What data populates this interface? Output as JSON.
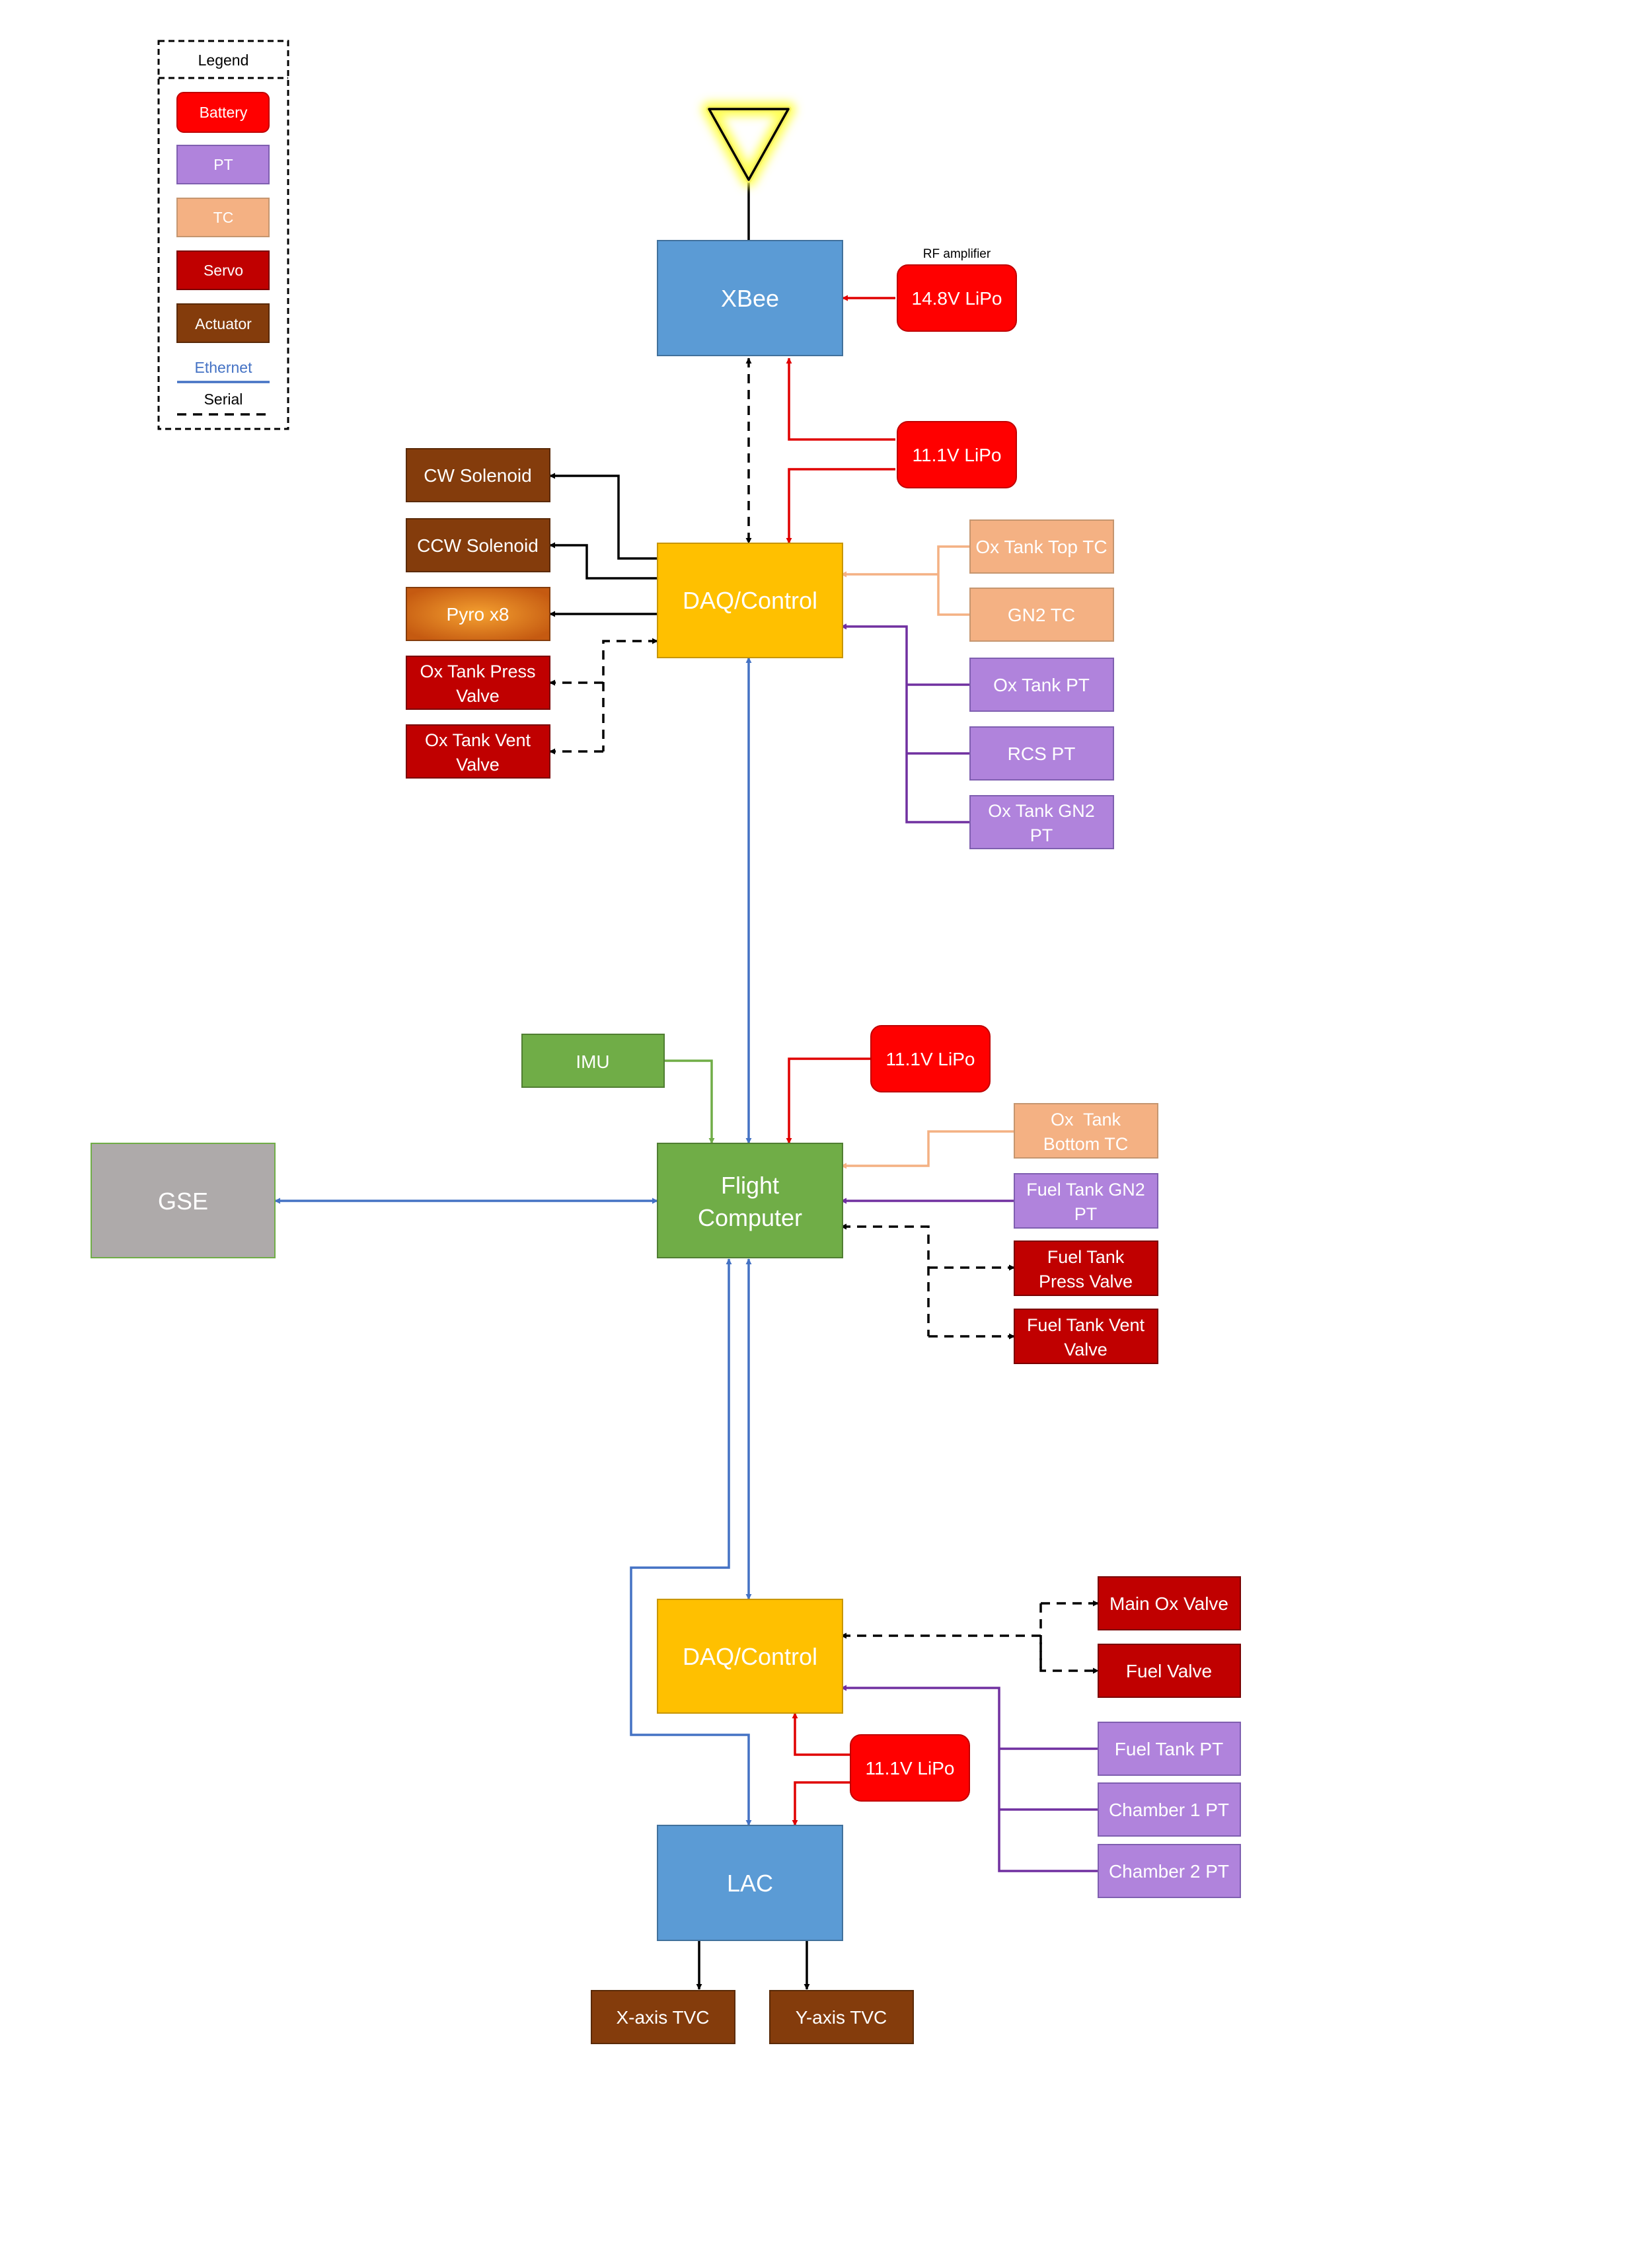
{
  "legend": {
    "title": "Legend",
    "items": [
      {
        "label": "Battery",
        "color": "#ff0000"
      },
      {
        "label": "PT",
        "color": "#b083dc"
      },
      {
        "label": "TC",
        "color": "#f4b183"
      },
      {
        "label": "Servo",
        "color": "#c00000"
      },
      {
        "label": "Actuator",
        "color": "#843c0c"
      }
    ],
    "ethernet_label": "Ethernet",
    "serial_label": "Serial"
  },
  "colors": {
    "battery": "#ff0000",
    "pt": "#b083dc",
    "tc": "#f4b183",
    "servo": "#c00000",
    "actuator": "#843c0c",
    "xbee": "#5b9bd5",
    "daq": "#ffc000",
    "flight": "#70ad47",
    "gse": "#aeaaaa",
    "ethernet_line": "#4472c4",
    "pt_line": "#7030a0",
    "battery_line": "#e00000",
    "imu_line": "#70ad47"
  },
  "nodes": {
    "antenna": {
      "label": ""
    },
    "xbee": {
      "label": "XBee"
    },
    "rf_note": {
      "label": "RF amplifier"
    },
    "lipo_148": {
      "label": "14.8V LiPo"
    },
    "lipo_111_top": {
      "label": "11.1V LiPo"
    },
    "daq_top": {
      "label": "DAQ/Control"
    },
    "cw_solenoid": {
      "label": "CW Solenoid"
    },
    "ccw_solenoid": {
      "label": "CCW Solenoid"
    },
    "pyro": {
      "label": "Pyro x8"
    },
    "ox_press_valve": {
      "lines": [
        "Ox Tank Press",
        "Valve"
      ]
    },
    "ox_vent_valve": {
      "lines": [
        "Ox Tank Vent",
        "Valve"
      ]
    },
    "ox_top_tc": {
      "label": "Ox Tank Top TC"
    },
    "gn2_tc": {
      "label": "GN2 TC"
    },
    "ox_tank_pt": {
      "label": "Ox Tank PT"
    },
    "rcs_pt": {
      "label": "RCS PT"
    },
    "ox_gn2_pt": {
      "lines": [
        "Ox Tank GN2",
        "PT"
      ]
    },
    "imu": {
      "label": "IMU"
    },
    "lipo_111_mid": {
      "label": "11.1V LiPo"
    },
    "flight": {
      "lines": [
        "Flight",
        "Computer"
      ]
    },
    "gse": {
      "label": "GSE"
    },
    "ox_bottom_tc": {
      "lines": [
        "Ox  Tank",
        "Bottom TC"
      ]
    },
    "fuel_gn2_pt": {
      "lines": [
        "Fuel Tank GN2",
        "PT"
      ]
    },
    "fuel_press_valve": {
      "lines": [
        "Fuel Tank",
        "Press Valve"
      ]
    },
    "fuel_vent_valve": {
      "lines": [
        "Fuel Tank Vent",
        "Valve"
      ]
    },
    "daq_bottom": {
      "label": "DAQ/Control"
    },
    "main_ox_valve": {
      "label": "Main Ox Valve"
    },
    "fuel_valve": {
      "label": "Fuel Valve"
    },
    "fuel_tank_pt": {
      "label": "Fuel Tank PT"
    },
    "chamber1_pt": {
      "label": "Chamber 1 PT"
    },
    "chamber2_pt": {
      "label": "Chamber 2 PT"
    },
    "lipo_111_bottom": {
      "label": "11.1V LiPo"
    },
    "lac": {
      "label": "LAC"
    },
    "x_tvc": {
      "label": "X-axis TVC"
    },
    "y_tvc": {
      "label": "Y-axis TVC"
    }
  }
}
